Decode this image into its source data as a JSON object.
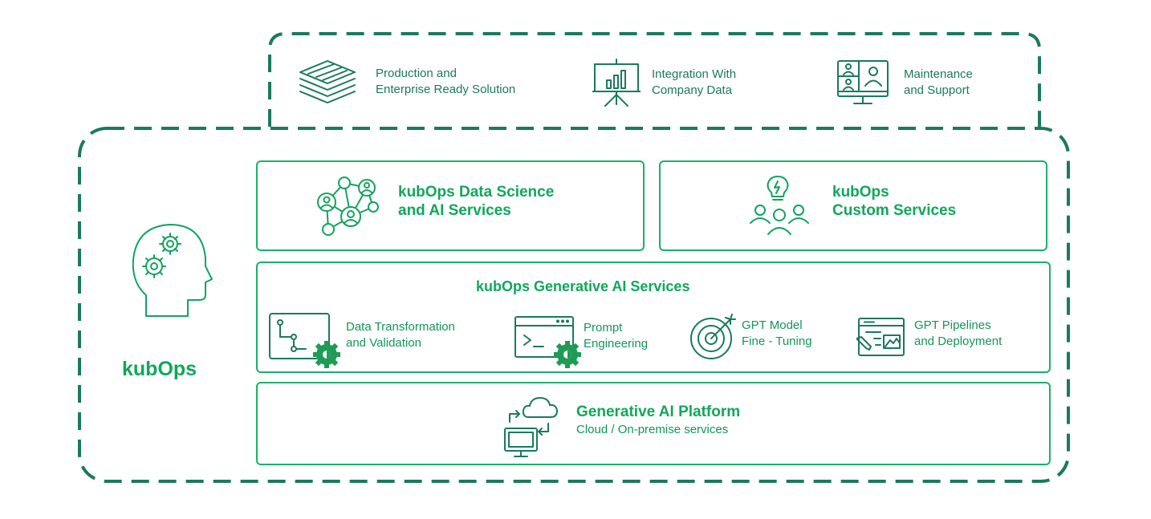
{
  "top_features": [
    {
      "icon": "stacked-layers-icon",
      "line1": "Production and",
      "line2": "Enterprise Ready Solution"
    },
    {
      "icon": "presentation-board-icon",
      "line1": "Integration With",
      "line2": "Company Data"
    },
    {
      "icon": "video-call-monitor-icon",
      "line1": "Maintenance",
      "line2": "and Support"
    }
  ],
  "brand": {
    "label": "kubOps",
    "icon": "head-gears-icon"
  },
  "data_science": {
    "line1": "kubOps Data Science",
    "line2": "and AI Services",
    "icon": "network-people-icon"
  },
  "custom_services": {
    "line1": "kubOps",
    "line2": "Custom Services",
    "icon": "team-idea-icon"
  },
  "generative_services": {
    "title": "kubOps Generative AI Services",
    "items": [
      {
        "icon": "data-flow-gear-icon",
        "line1": "Data Transformation",
        "line2": "and Validation"
      },
      {
        "icon": "terminal-gear-icon",
        "line1": "Prompt",
        "line2": "Engineering"
      },
      {
        "icon": "target-arrow-icon",
        "line1": "GPT Model",
        "line2": "Fine - Tuning"
      },
      {
        "icon": "browser-edit-icon",
        "line1": "GPT Pipelines",
        "line2": "and Deployment"
      }
    ]
  },
  "platform": {
    "title": "Generative AI Platform",
    "subtitle": "Cloud / On-premise services",
    "icon": "cloud-sync-monitor-icon"
  },
  "colors": {
    "teal": "#1a7a5e",
    "green": "#0fa85a",
    "border": "#17b26a"
  }
}
